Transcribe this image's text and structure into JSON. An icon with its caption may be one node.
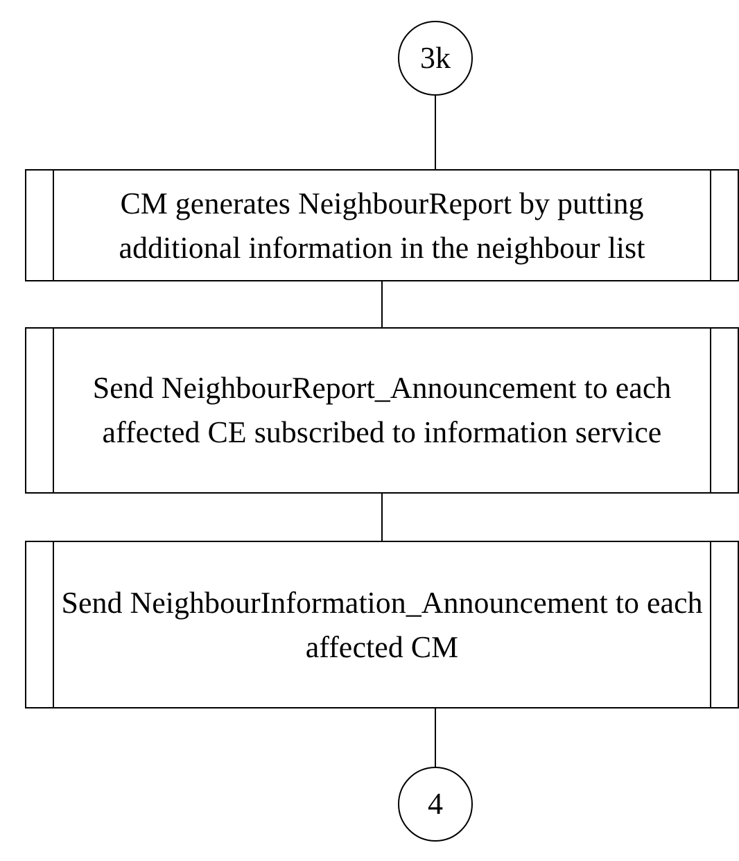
{
  "diagram": {
    "nodes": [
      {
        "text": [
          "3k"
        ]
      },
      {
        "text": [
          "CM generates NeighbourReport by putting additional information in the neighbour list"
        ]
      },
      {
        "text": [
          "Send NeighbourReport_Announcement to each affected CE subscribed to information service"
        ]
      },
      {
        "text": [
          "Send NeighbourInformation_Announcement to each affected CM"
        ]
      },
      {
        "text": [
          "4"
        ]
      }
    ],
    "edges": [
      {
        "from": 0,
        "to": 1,
        "arrow": "none"
      },
      {
        "from": 1,
        "to": 2,
        "arrow": "none"
      },
      {
        "from": 2,
        "to": 3,
        "arrow": "none"
      },
      {
        "from": 3,
        "to": 4,
        "arrow": "none"
      }
    ]
  }
}
